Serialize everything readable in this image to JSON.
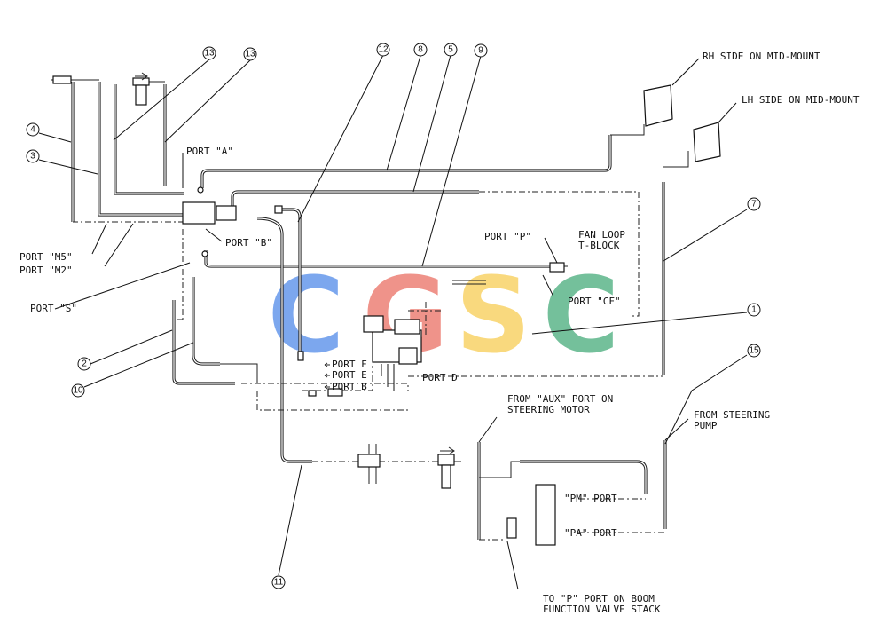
{
  "labels": {
    "port_a": "PORT \"A\"",
    "port_b": "PORT \"B\"",
    "port_m5": "PORT \"M5\"",
    "port_m2": "PORT \"M2\"",
    "port_s": "PORT \"S\"",
    "port_p": "PORT \"P\"",
    "fan_loop_1": "FAN LOOP",
    "fan_loop_2": "T-BLOCK",
    "port_cf": "PORT \"CF\"",
    "port_f": "PORT F",
    "port_e": "PORT E",
    "port_b_block": "PORT B",
    "port_d": "PORT D",
    "rh_side": "RH SIDE ON MID-MOUNT",
    "lh_side": "LH SIDE ON MID-MOUNT",
    "aux_1": "FROM \"AUX\" PORT ON",
    "aux_2": "STEERING MOTOR",
    "steer_1": "FROM STEERING",
    "steer_2": "PUMP",
    "pm_port": "\"PM\" PORT",
    "pa_port": "\"PA\" PORT",
    "boom_1": "TO \"P\" PORT ON BOOM",
    "boom_2": "FUNCTION VALVE STACK"
  },
  "callouts": [
    "13",
    "13",
    "12",
    "8",
    "5",
    "9",
    "4",
    "3",
    "7",
    "1",
    "15",
    "2",
    "10",
    "11"
  ],
  "watermark": {
    "letters": [
      "C",
      "G",
      "S",
      "C"
    ],
    "colors": [
      "#4a86e8",
      "#ea6a5e",
      "#f7cb4d",
      "#3fa876"
    ]
  }
}
